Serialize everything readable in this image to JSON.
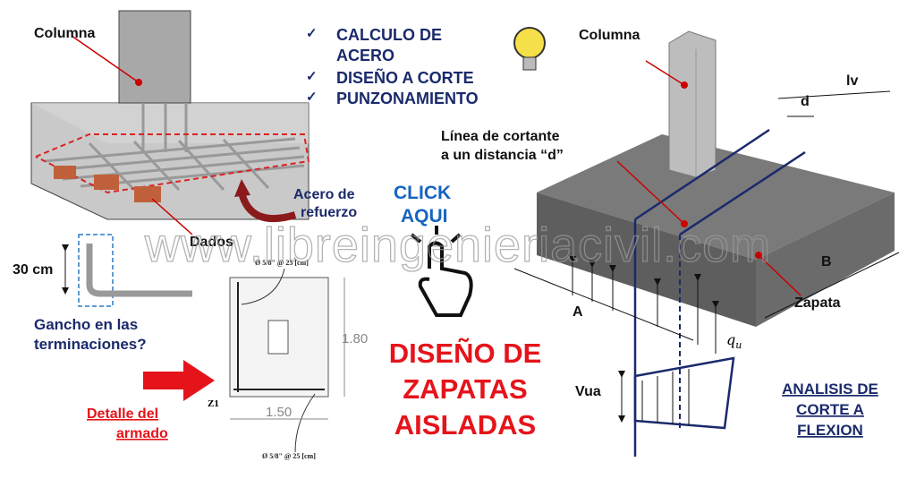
{
  "left_figure": {
    "column_label": "Columna",
    "dados_label": "Dados",
    "acero_label": [
      "Acero de",
      "refuerzo"
    ],
    "hook_dim": "30 cm",
    "gancho_question": [
      "Gancho en las",
      "terminaciones?"
    ],
    "detalle_label": [
      "Detalle del",
      "armado"
    ]
  },
  "checklist": [
    "CALCULO DE",
    "ACERO",
    "DISEÑO A CORTE",
    "PUNZONAMIENTO"
  ],
  "check_icon": "checkmark-icon",
  "cta": {
    "line1": "CLICK",
    "line2": "AQUI"
  },
  "plan_detail": {
    "rebar_top": "Ø 5/8\" @ 25 [cm]",
    "rebar_bottom": "Ø 5/8\" @ 25 [cm]",
    "height": "1.80",
    "width": "1.50",
    "id": "Z1"
  },
  "title": [
    "DISEÑO DE",
    "ZAPATAS",
    "AISLADAS"
  ],
  "watermark": "www.libreingenieriacivil.com",
  "right_figure": {
    "column_label": "Columna",
    "lv": "lv",
    "d": "d",
    "shear_line": [
      "Línea de cortante",
      "a un distancia “d”"
    ],
    "b_label": "B",
    "a_label": "A",
    "zapata_label": "Zapata",
    "qu": "q",
    "qu_sub": "u",
    "vua": "Vua"
  },
  "analysis": [
    "ANALISIS DE",
    "CORTE A",
    "FLEXION"
  ],
  "colors": {
    "navy": "#1a2a6c",
    "red": "#e5141b",
    "blue": "#1565c0",
    "concrete": "#6b6b6b"
  }
}
